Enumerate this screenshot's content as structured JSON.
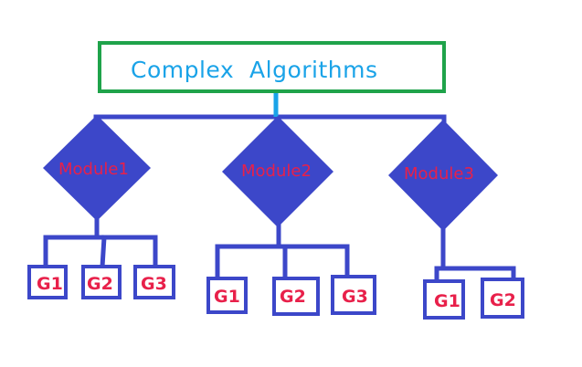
{
  "root": {
    "label": "Complex  Algorithms"
  },
  "modules": [
    {
      "label": "Module1",
      "children": [
        "G1",
        "G2",
        "G3"
      ]
    },
    {
      "label": "Module2",
      "children": [
        "G1",
        "G2",
        "G3"
      ]
    },
    {
      "label": "Module3",
      "children": [
        "G1",
        "G2"
      ]
    }
  ],
  "colors": {
    "root_border": "#1fa34a",
    "title_text": "#1aa3e8",
    "connector": "#3c47c9",
    "root_link": "#1aa3e8",
    "module_fill": "#3c47c9",
    "leaf_border": "#3c47c9",
    "node_text": "#e8204a"
  }
}
